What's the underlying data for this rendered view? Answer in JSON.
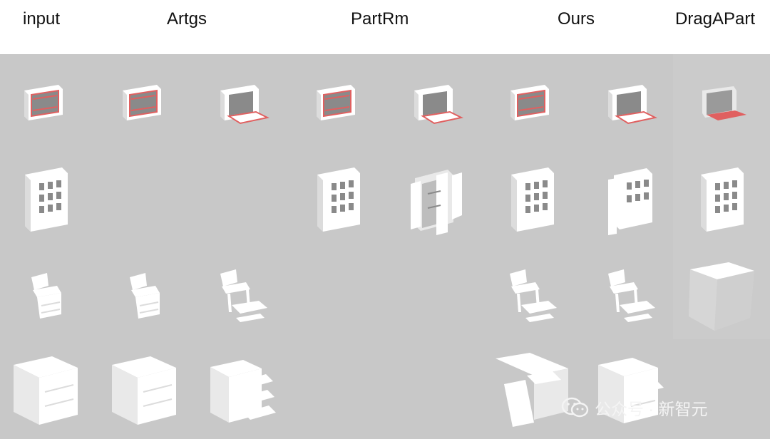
{
  "header": {
    "columns": [
      {
        "key": "input",
        "label": "input"
      },
      {
        "key": "artgs",
        "label": "Artgs"
      },
      {
        "key": "partrm",
        "label": "PartRm"
      },
      {
        "key": "ours",
        "label": "Ours"
      },
      {
        "key": "dragapart",
        "label": "DragAPart"
      }
    ]
  },
  "rows": [
    {
      "object": "oven",
      "cells": [
        "oven-closed",
        "oven-closed",
        "oven-open",
        "oven-closed",
        "oven-open",
        "oven-closed",
        "oven-open",
        "oven-open-dark"
      ]
    },
    {
      "object": "cabinet",
      "cells": [
        "shelf",
        "empty",
        "empty",
        "shelf",
        "shelf-open",
        "shelf",
        "shelf-partial",
        "shelf"
      ]
    },
    {
      "object": "chair",
      "cells": [
        "chair",
        "chair",
        "chair-open",
        "empty",
        "empty",
        "chair-open",
        "chair-open",
        "blob"
      ]
    },
    {
      "object": "drawer-cabinet",
      "cells": [
        "box",
        "box",
        "box-drawers-open",
        "empty",
        "empty",
        "desk-open",
        "box-drawer-open",
        "empty"
      ]
    }
  ],
  "colors": {
    "background": "#c8c8c8",
    "object": "#ffffff",
    "highlight": "#e06060"
  },
  "watermark": {
    "text": "公众号 · 新智元",
    "icon": "wechat-icon"
  }
}
